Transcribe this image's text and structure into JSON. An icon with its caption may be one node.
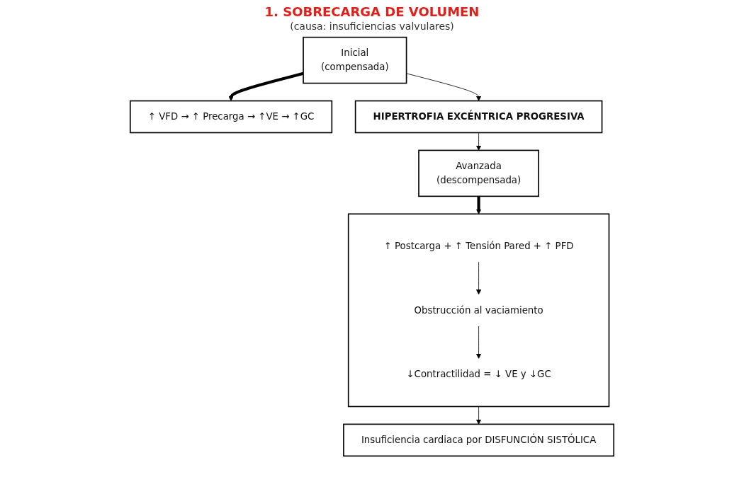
{
  "diagram": {
    "title": "1. SOBRECARGA DE VOLUMEN",
    "caption": "(causa: insuficiencias valvulares)",
    "nodes": [
      {
        "text": [
          "Inicial",
          "(compensada)"
        ]
      },
      {
        "text": [
          "↑ VFD → ↑ Precarga → ↑VE → ↑GC"
        ]
      },
      {
        "text": [
          "HIPERTROFIA EXCÉNTRICA PROGRESIVA"
        ]
      },
      {
        "text": [
          "Avanzada",
          "(descompensada)"
        ]
      },
      {
        "text": [],
        "shape": "box"
      },
      {
        "text": [
          "↑ Postcarga + ↑ Tensión Pared + ↑ PFD"
        ],
        "in": 4
      },
      {
        "text": [
          "Obstrucción al vaciamiento"
        ],
        "in": 4
      },
      {
        "text": [
          "↓Contractilidad = ↓ VE y ↓GC"
        ],
        "in": 4
      },
      {
        "text": [
          "Insuficiencia cardiaca por DISFUNCIÓN SISTÓLICA"
        ]
      }
    ],
    "edges": [
      {
        "from": 0,
        "to": 1,
        "arrow": "to",
        "style": "thick"
      },
      {
        "from": 0,
        "to": 2,
        "arrow": "to"
      },
      {
        "from": 2,
        "to": 3,
        "arrow": "to"
      },
      {
        "from": 3,
        "to": 4,
        "arrow": "to",
        "style": "thick"
      },
      {
        "from": 5,
        "to": 6,
        "arrow": "to"
      },
      {
        "from": 6,
        "to": 7,
        "arrow": "to"
      },
      {
        "from": 4,
        "to": 8,
        "arrow": "to"
      }
    ]
  }
}
